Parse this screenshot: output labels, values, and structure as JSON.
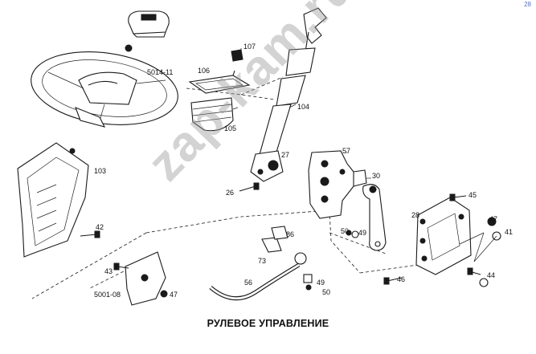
{
  "title": "РУЛЕВОЕ УПРАВЛЕНИЕ",
  "watermark": "zap-kam.ru",
  "corner_mark": "28",
  "parts": [
    {
      "id": "107",
      "label": "107"
    },
    {
      "id": "5014-11",
      "label": "5014-11"
    },
    {
      "id": "106",
      "label": "106"
    },
    {
      "id": "104",
      "label": "104"
    },
    {
      "id": "105",
      "label": "105"
    },
    {
      "id": "103",
      "label": "103"
    },
    {
      "id": "27",
      "label": "27"
    },
    {
      "id": "57",
      "label": "57"
    },
    {
      "id": "30",
      "label": "30"
    },
    {
      "id": "26",
      "label": "26"
    },
    {
      "id": "45",
      "label": "45"
    },
    {
      "id": "28",
      "label": "28"
    },
    {
      "id": "42",
      "label": "42"
    },
    {
      "id": "50a",
      "label": "50"
    },
    {
      "id": "49a",
      "label": "49"
    },
    {
      "id": "86",
      "label": "86"
    },
    {
      "id": "47a",
      "label": "47"
    },
    {
      "id": "41",
      "label": "41"
    },
    {
      "id": "73",
      "label": "73"
    },
    {
      "id": "43",
      "label": "43"
    },
    {
      "id": "56",
      "label": "56"
    },
    {
      "id": "46",
      "label": "46"
    },
    {
      "id": "44",
      "label": "44"
    },
    {
      "id": "49b",
      "label": "49"
    },
    {
      "id": "5001-08",
      "label": "5001-08"
    },
    {
      "id": "47b",
      "label": "47"
    },
    {
      "id": "50b",
      "label": "50"
    }
  ]
}
